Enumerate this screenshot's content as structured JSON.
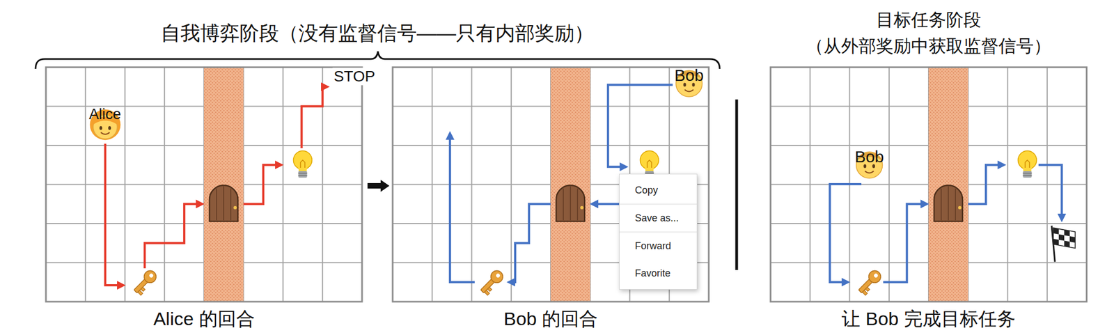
{
  "diagram": {
    "nodes": [
      {
        "text": [
          "Alice 的回合"
        ]
      },
      {
        "text": [
          "Bob 的回合"
        ]
      },
      {
        "text": [
          "Copy",
          "Save as...",
          "Forward",
          "Favorite"
        ],
        "in": 1
      },
      {
        "text": [
          "让 Bob 完成目标任务"
        ]
      }
    ],
    "edges": [
      {
        "from": 0,
        "to": 1,
        "arrow": "to"
      }
    ],
    "labels": [
      "自我博弈阶段（没有监督信号——只有内部奖励）",
      "目标任务阶段",
      "（从外部奖励中获取监督信号）",
      "Alice",
      "STOP",
      "Bob",
      "Bob"
    ]
  }
}
